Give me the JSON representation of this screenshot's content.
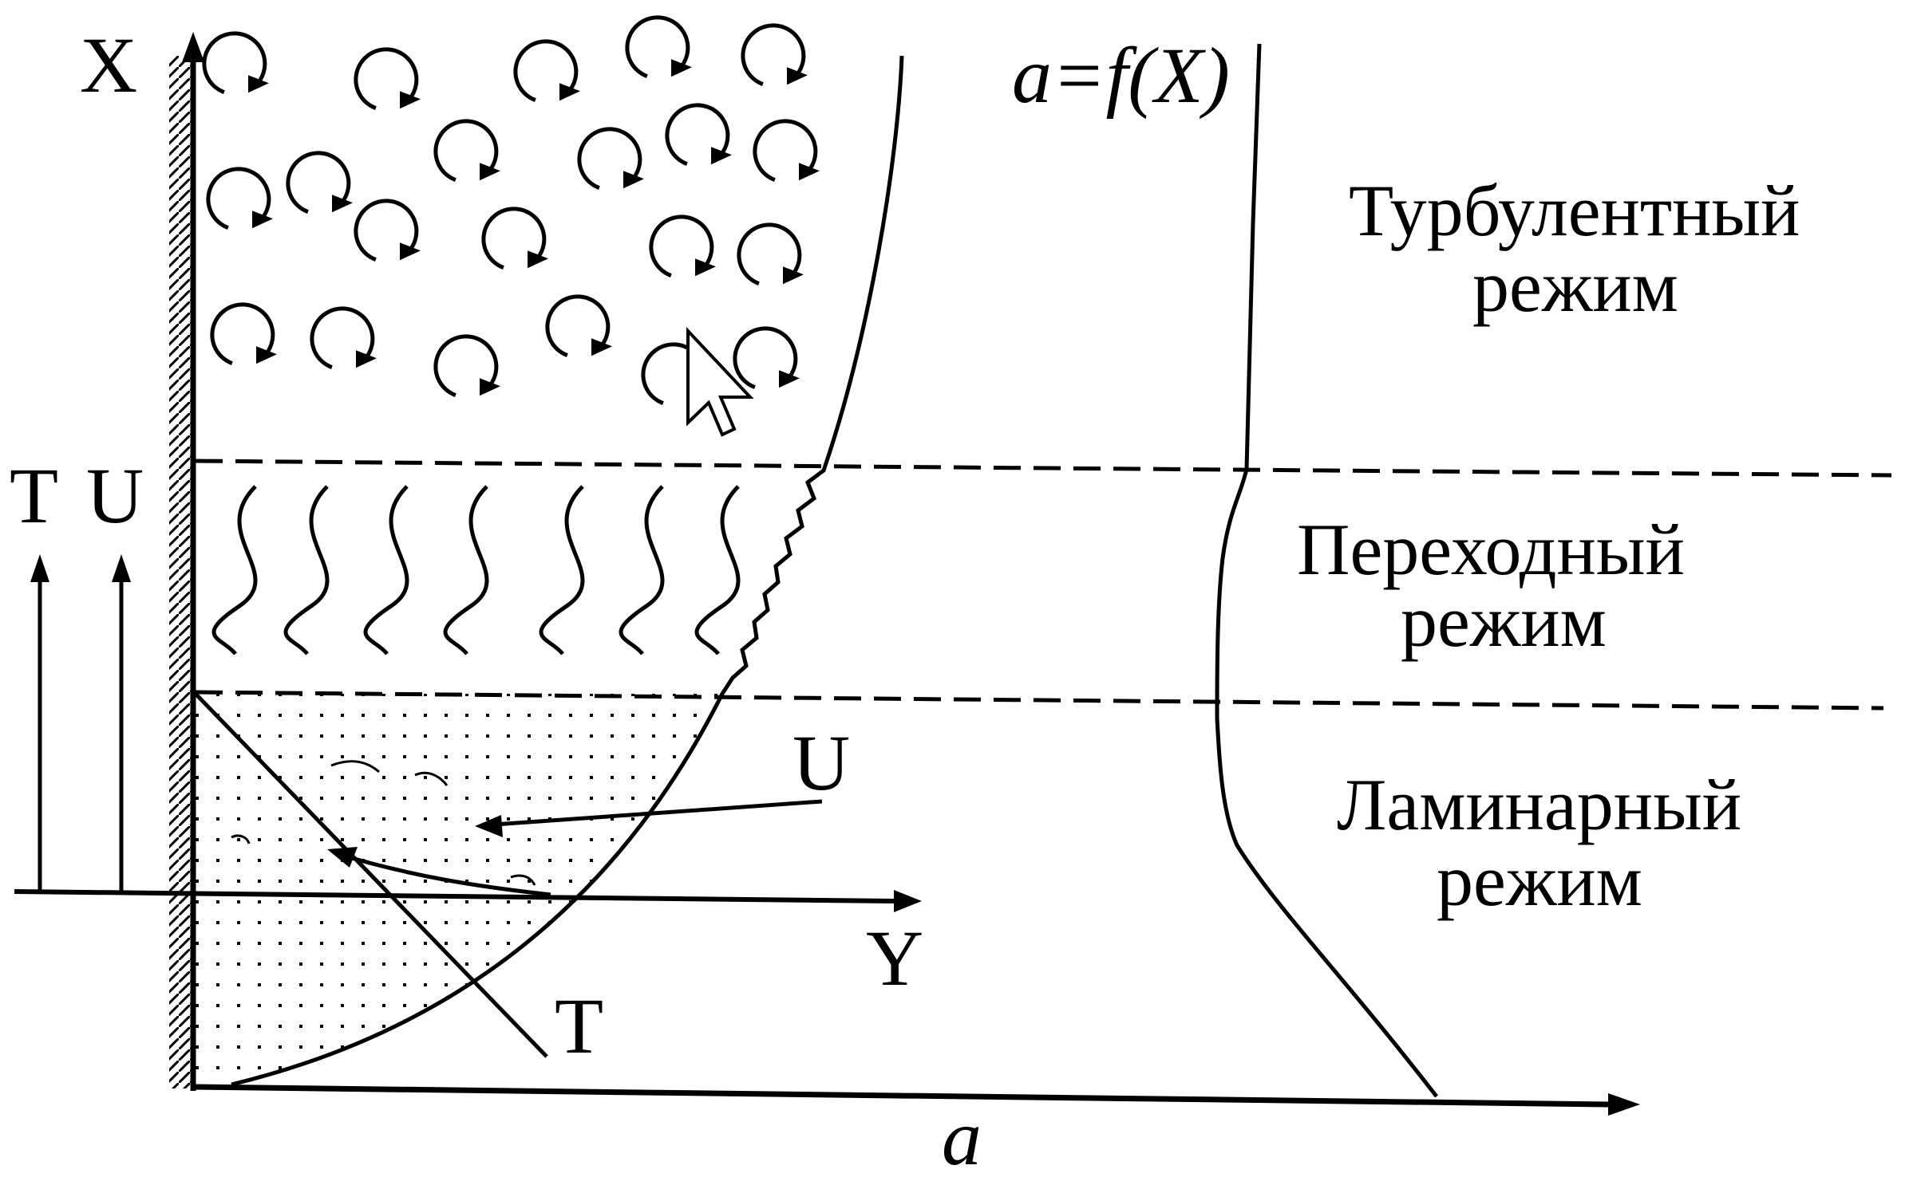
{
  "labels": {
    "x_axis": "X",
    "y_axis": "Y",
    "a_axis": "a",
    "function": "a=f(X)",
    "t_left": "T",
    "u_left": "U",
    "u_profile": "U",
    "t_profile": "T",
    "regimes": {
      "turbulent_line1": "Турбулентный",
      "turbulent_line2": "режим",
      "transition_line1": "Переходный",
      "transition_line2": "режим",
      "laminar_line1": "Ламинарный",
      "laminar_line2": "режим"
    }
  },
  "colors": {
    "ink": "#000000",
    "paper": "#ffffff"
  }
}
